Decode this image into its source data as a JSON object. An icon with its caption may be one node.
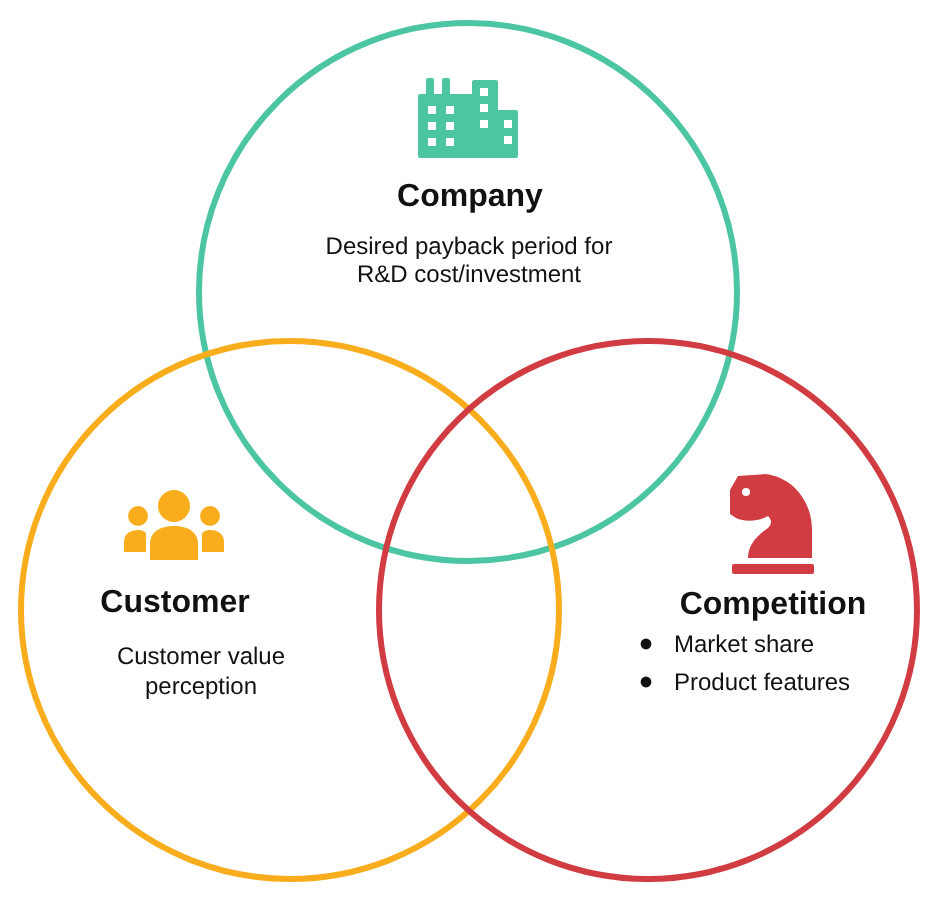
{
  "diagram": {
    "nodes": [
      {
        "text": [
          "Company",
          "Desired payback period for R&D cost/investment"
        ]
      },
      {
        "text": [
          "Customer",
          "Customer value perception"
        ]
      },
      {
        "text": [
          "Competition",
          "Market share",
          "Product features"
        ]
      }
    ]
  }
}
